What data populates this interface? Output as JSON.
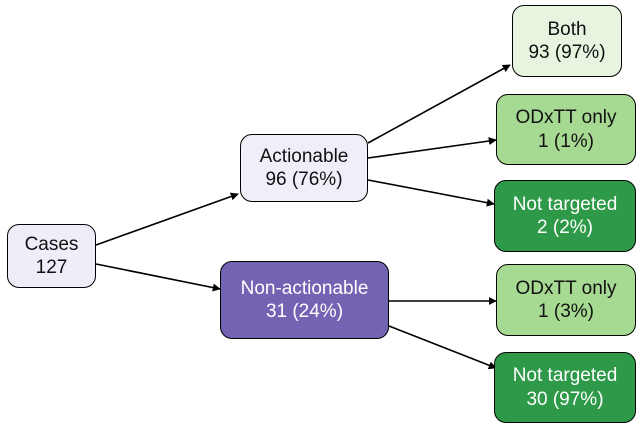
{
  "colors": {
    "neutral": "#eeeef9",
    "actionable": "#f0eef8",
    "non_actionable": "#7462b3",
    "both": "#e7f5e0",
    "odxtt_only": "#a6d992",
    "not_targeted": "#2e9a49",
    "edge": "#000000"
  },
  "nodes": {
    "cases": {
      "line1": "Cases",
      "line2": "127"
    },
    "actionable": {
      "line1": "Actionable",
      "line2": "96 (76%)"
    },
    "non_actionable": {
      "line1": "Non-actionable",
      "line2": "31 (24%)"
    },
    "both": {
      "line1": "Both",
      "line2": "93 (97%)"
    },
    "odxtt_only_actionable": {
      "line1": "ODxTT only",
      "line2": "1 (1%)"
    },
    "not_targeted_actionable": {
      "line1": "Not targeted",
      "line2": "2 (2%)"
    },
    "odxtt_only_non_actionable": {
      "line1": "ODxTT only",
      "line2": "1 (3%)"
    },
    "not_targeted_non_actionable": {
      "line1": "Not targeted",
      "line2": "30 (97%)"
    }
  }
}
